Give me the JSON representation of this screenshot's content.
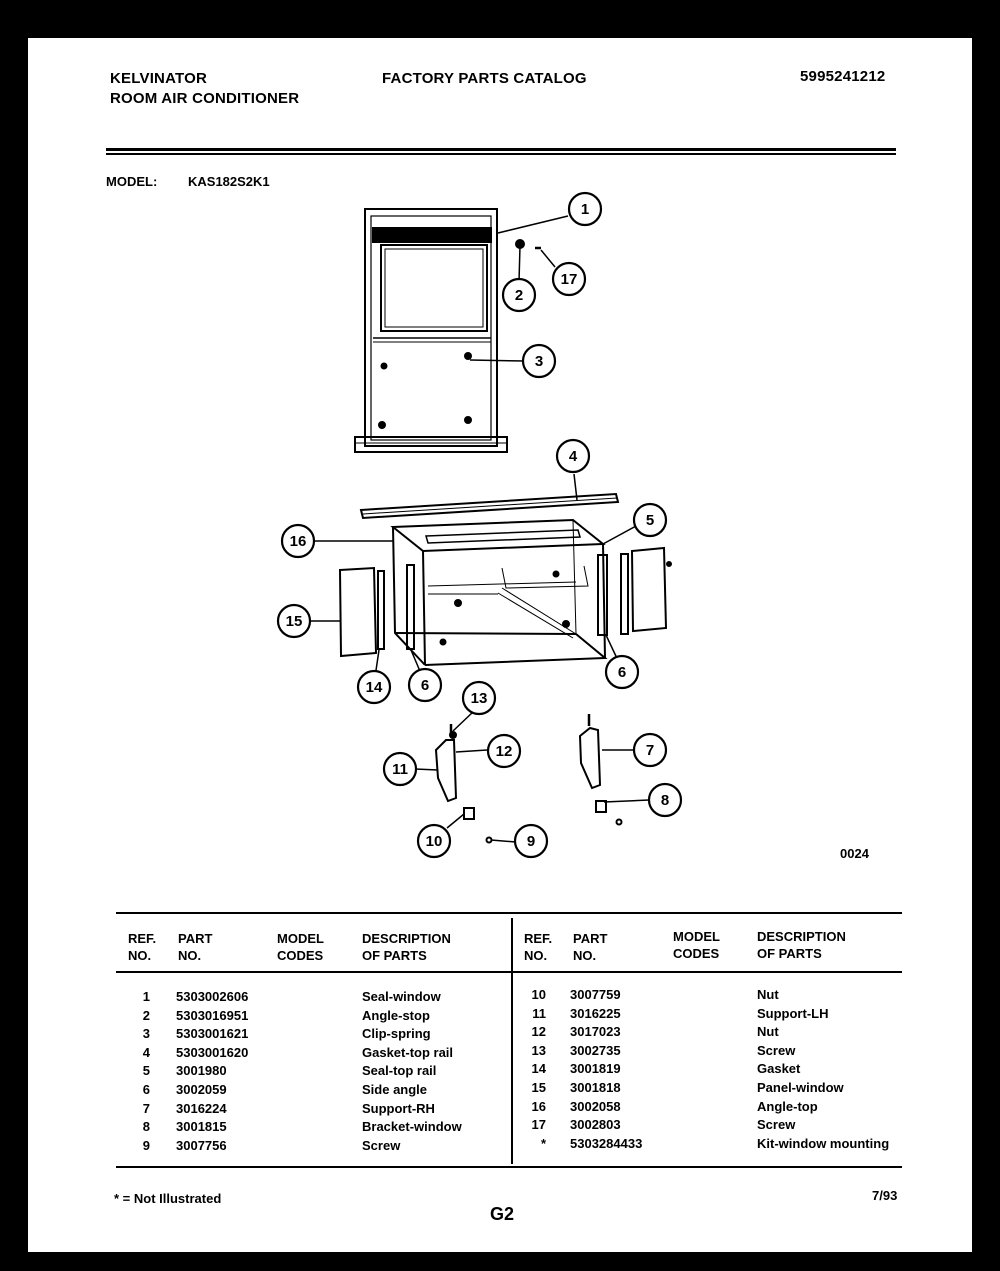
{
  "header": {
    "brand": "KELVINATOR",
    "product": "ROOM AIR CONDITIONER",
    "catalog": "FACTORY PARTS CATALOG",
    "catalog_number": "5995241212"
  },
  "model": {
    "label": "MODEL:",
    "value": "KAS182S2K1"
  },
  "diagram": {
    "code": "0024",
    "callouts": [
      "1",
      "2",
      "3",
      "4",
      "5",
      "6",
      "6",
      "7",
      "8",
      "9",
      "10",
      "11",
      "12",
      "13",
      "14",
      "15",
      "16",
      "17"
    ]
  },
  "table": {
    "headers": {
      "ref_no": [
        "REF.",
        "NO."
      ],
      "part_no": [
        "PART",
        "NO."
      ],
      "model_codes": [
        "MODEL",
        "CODES"
      ],
      "description": [
        "DESCRIPTION",
        "OF PARTS"
      ]
    },
    "left": [
      {
        "ref": "1",
        "part": "5303002606",
        "desc": "Seal-window"
      },
      {
        "ref": "2",
        "part": "5303016951",
        "desc": "Angle-stop"
      },
      {
        "ref": "3",
        "part": "5303001621",
        "desc": "Clip-spring"
      },
      {
        "ref": "4",
        "part": "5303001620",
        "desc": "Gasket-top rail"
      },
      {
        "ref": "5",
        "part": "3001980",
        "desc": "Seal-top rail"
      },
      {
        "ref": "6",
        "part": "3002059",
        "desc": "Side angle"
      },
      {
        "ref": "7",
        "part": "3016224",
        "desc": "Support-RH"
      },
      {
        "ref": "8",
        "part": "3001815",
        "desc": "Bracket-window"
      },
      {
        "ref": "9",
        "part": "3007756",
        "desc": "Screw"
      }
    ],
    "right": [
      {
        "ref": "10",
        "part": "3007759",
        "desc": "Nut"
      },
      {
        "ref": "11",
        "part": "3016225",
        "desc": "Support-LH"
      },
      {
        "ref": "12",
        "part": "3017023",
        "desc": "Nut"
      },
      {
        "ref": "13",
        "part": "3002735",
        "desc": "Screw"
      },
      {
        "ref": "14",
        "part": "3001819",
        "desc": "Gasket"
      },
      {
        "ref": "15",
        "part": "3001818",
        "desc": "Panel-window"
      },
      {
        "ref": "16",
        "part": "3002058",
        "desc": "Angle-top"
      },
      {
        "ref": "17",
        "part": "3002803",
        "desc": "Screw"
      },
      {
        "ref": "*",
        "part": "5303284433",
        "desc": "Kit-window mounting"
      }
    ]
  },
  "footer": {
    "note": "* = Not Illustrated",
    "page": "G2",
    "date": "7/93"
  }
}
